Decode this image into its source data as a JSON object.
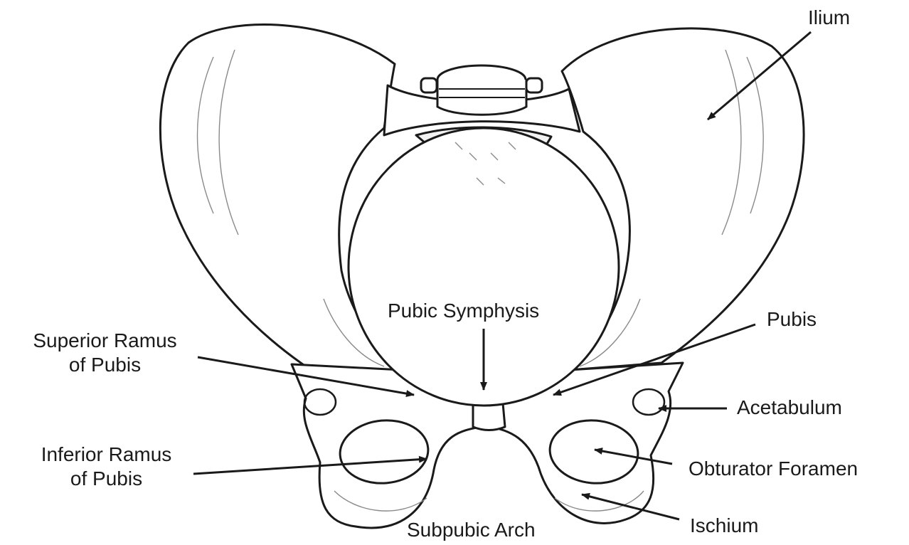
{
  "labels": {
    "ilium": "Ilium",
    "pubic_symphysis": "Pubic Symphysis",
    "pubis": "Pubis",
    "superior_ramus": [
      "Superior Ramus",
      "of Pubis"
    ],
    "acetabulum": "Acetabulum",
    "inferior_ramus": [
      "Inferior Ramus",
      "of Pubis"
    ],
    "obturator_foramen": "Obturator Foramen",
    "ischium": "Ischium",
    "subpubic_arch": "Subpubic Arch"
  },
  "colors": {
    "ink": "#1a1a1a",
    "bone_fill": "#ffffff",
    "shade": "#8a8a8a"
  }
}
